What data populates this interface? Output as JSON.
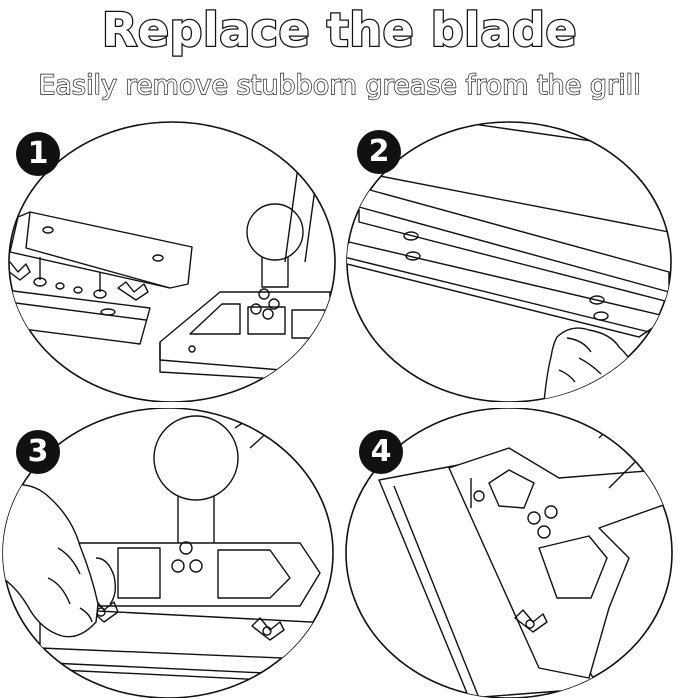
{
  "heading": {
    "title": "Replace the blade",
    "subtitle": "Easily remove stubborn grease from the grill"
  },
  "steps": [
    {
      "number": "1",
      "illustration": "disassembled-blade-parts-icon"
    },
    {
      "number": "2",
      "illustration": "blade-edge-held-by-hand-icon"
    },
    {
      "number": "3",
      "illustration": "hands-tightening-wing-nuts-icon"
    },
    {
      "number": "4",
      "illustration": "assembled-scraper-blade-icon"
    }
  ],
  "colors": {
    "line": "#111111",
    "badge": "#111111",
    "background": "#ffffff"
  }
}
